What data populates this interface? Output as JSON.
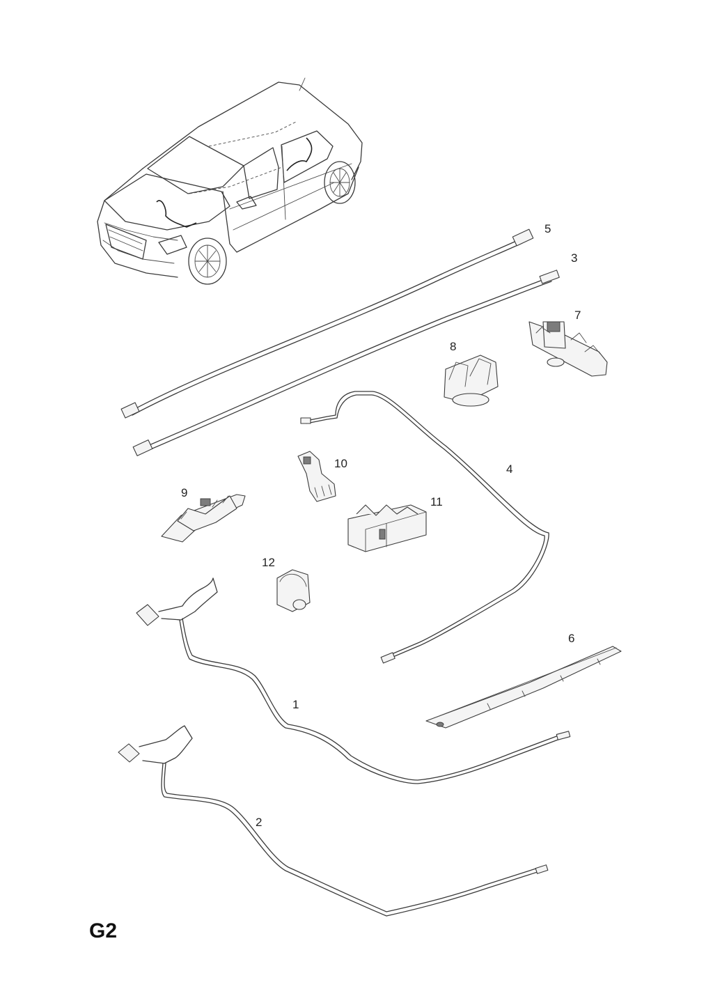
{
  "diagram": {
    "sheet_code": "G2",
    "callouts": [
      {
        "id": "5",
        "label": "5"
      },
      {
        "id": "3",
        "label": "3"
      },
      {
        "id": "7",
        "label": "7"
      },
      {
        "id": "8",
        "label": "8"
      },
      {
        "id": "4",
        "label": "4"
      },
      {
        "id": "10",
        "label": "10"
      },
      {
        "id": "9",
        "label": "9"
      },
      {
        "id": "11",
        "label": "11"
      },
      {
        "id": "12",
        "label": "12"
      },
      {
        "id": "6",
        "label": "6"
      },
      {
        "id": "1",
        "label": "1"
      },
      {
        "id": "2",
        "label": "2"
      }
    ]
  }
}
